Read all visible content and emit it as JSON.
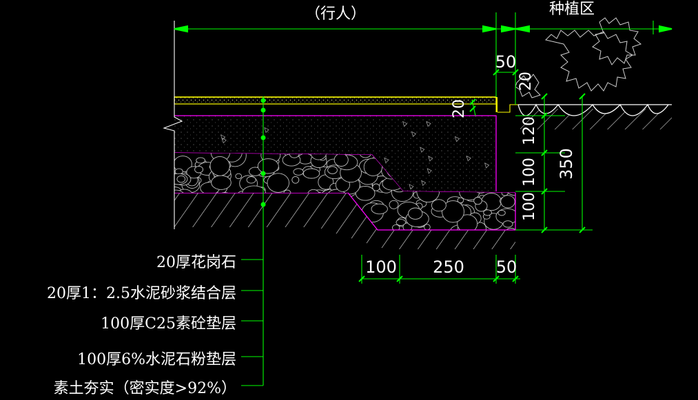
{
  "title_top": "（行人）",
  "planting_zone": "种植区",
  "dimensions": {
    "top_50": "50",
    "top_20": "20",
    "side_20": "20",
    "d_120": "120",
    "d_350": "350",
    "d_100_a": "100",
    "d_100_b": "100",
    "bottom_100": "100",
    "bottom_250": "250",
    "bottom_50": "50"
  },
  "layers": [
    "20厚花岗石",
    "20厚1：2.5水泥砂浆结合层",
    "100厚C25素砼垫层",
    "100厚6%水泥石粉垫层",
    "素土夯实（密实度>92%）"
  ],
  "colors": {
    "background": "#000000",
    "dimension_line": "#00ff00",
    "granite_layer": "#ffff00",
    "layer_outline": "#ff00ff",
    "hatch": "#ffffff",
    "leader_dot": "#00ff00"
  }
}
